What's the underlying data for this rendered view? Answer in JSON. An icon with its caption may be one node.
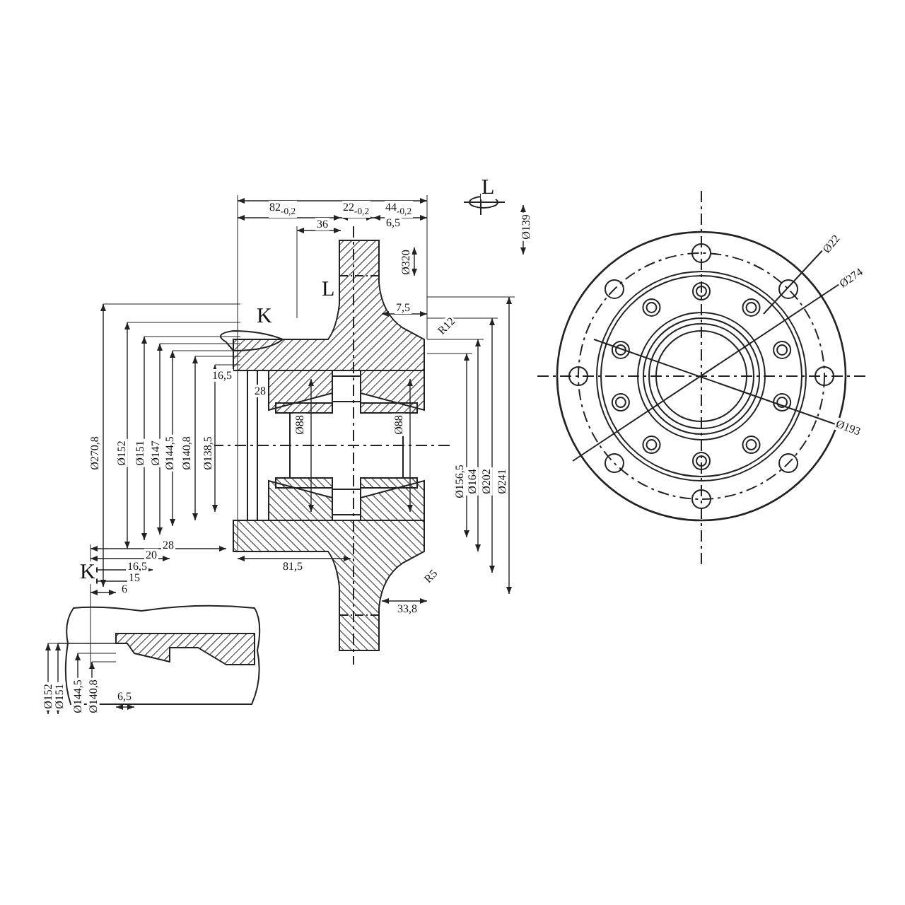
{
  "diagram": {
    "labels": [
      "L",
      "Ø139",
      "82$_{-0,2}$",
      "22$_{-0,2}$",
      "44$_{-0,2}$",
      "36",
      "6,5",
      "Ø320",
      "L",
      "7,5",
      "K",
      "R12",
      "16,5",
      "28",
      "Ø270,8",
      "Ø152",
      "Ø151",
      "Ø147",
      "Ø144,5",
      "Ø140,8",
      "Ø138,5",
      "Ø88",
      "Ø88",
      "Ø156,5",
      "Ø164",
      "Ø202",
      "Ø241",
      "81,5",
      "R5",
      "33,8",
      "K",
      "28",
      "20",
      "16,5",
      "15",
      "6",
      "Ø152",
      "Ø151",
      "Ø144,5",
      "Ø140,8",
      "6,5",
      "Ø22",
      "Ø274",
      "Ø193"
    ]
  }
}
